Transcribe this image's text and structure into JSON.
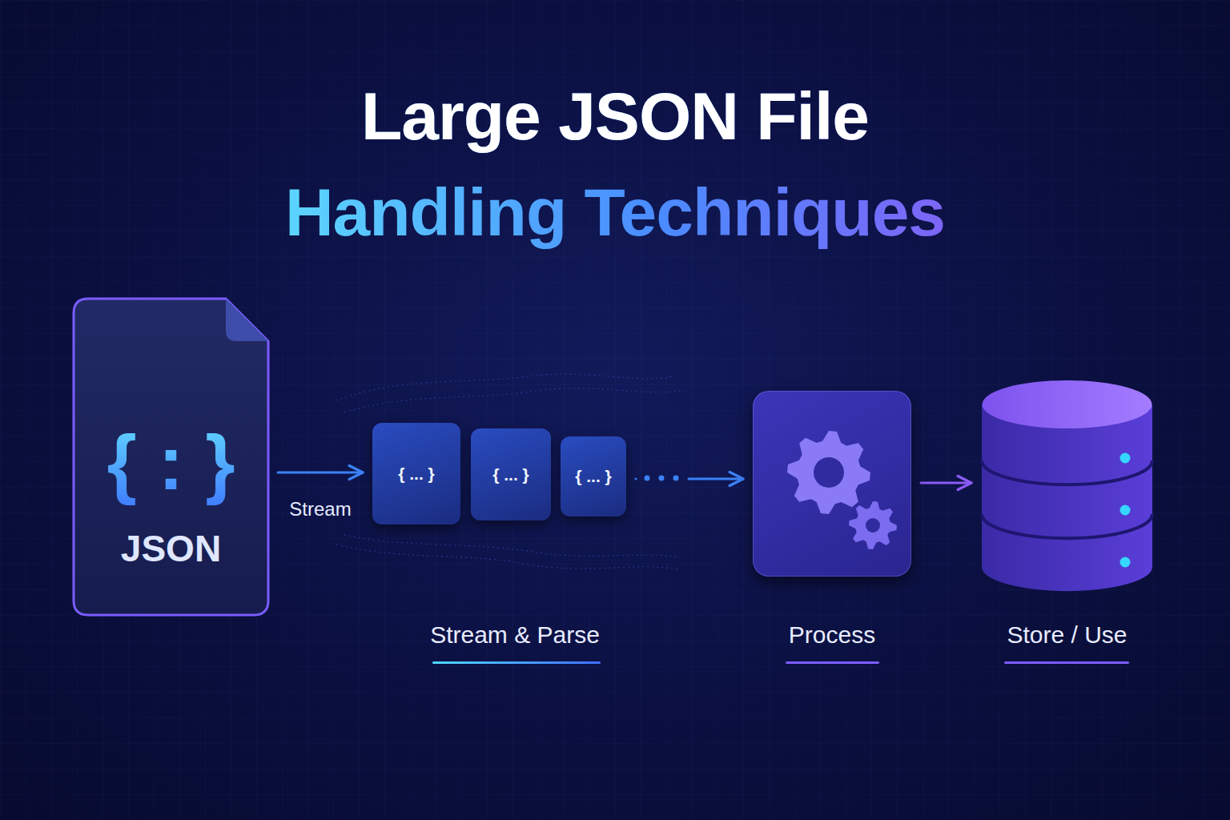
{
  "diagram": {
    "title": "Large JSON File Handling Techniques",
    "nodes": [
      {
        "text": [
          "{ : }",
          "JSON"
        ]
      },
      {
        "text": [
          "{ ... }"
        ]
      },
      {
        "text": [
          "{ ... }"
        ]
      },
      {
        "text": [
          "{ ... }"
        ]
      },
      {
        "text": [
          "Process"
        ]
      },
      {
        "text": [
          "Store / Use"
        ]
      }
    ],
    "edges": [
      {
        "from": 0,
        "to": 1,
        "arrow": "to",
        "label": "Stream"
      },
      {
        "from": 3,
        "to": 4,
        "arrow": "to"
      },
      {
        "from": 4,
        "to": 5,
        "arrow": "to"
      }
    ],
    "labels": [
      "Stream & Parse"
    ]
  }
}
